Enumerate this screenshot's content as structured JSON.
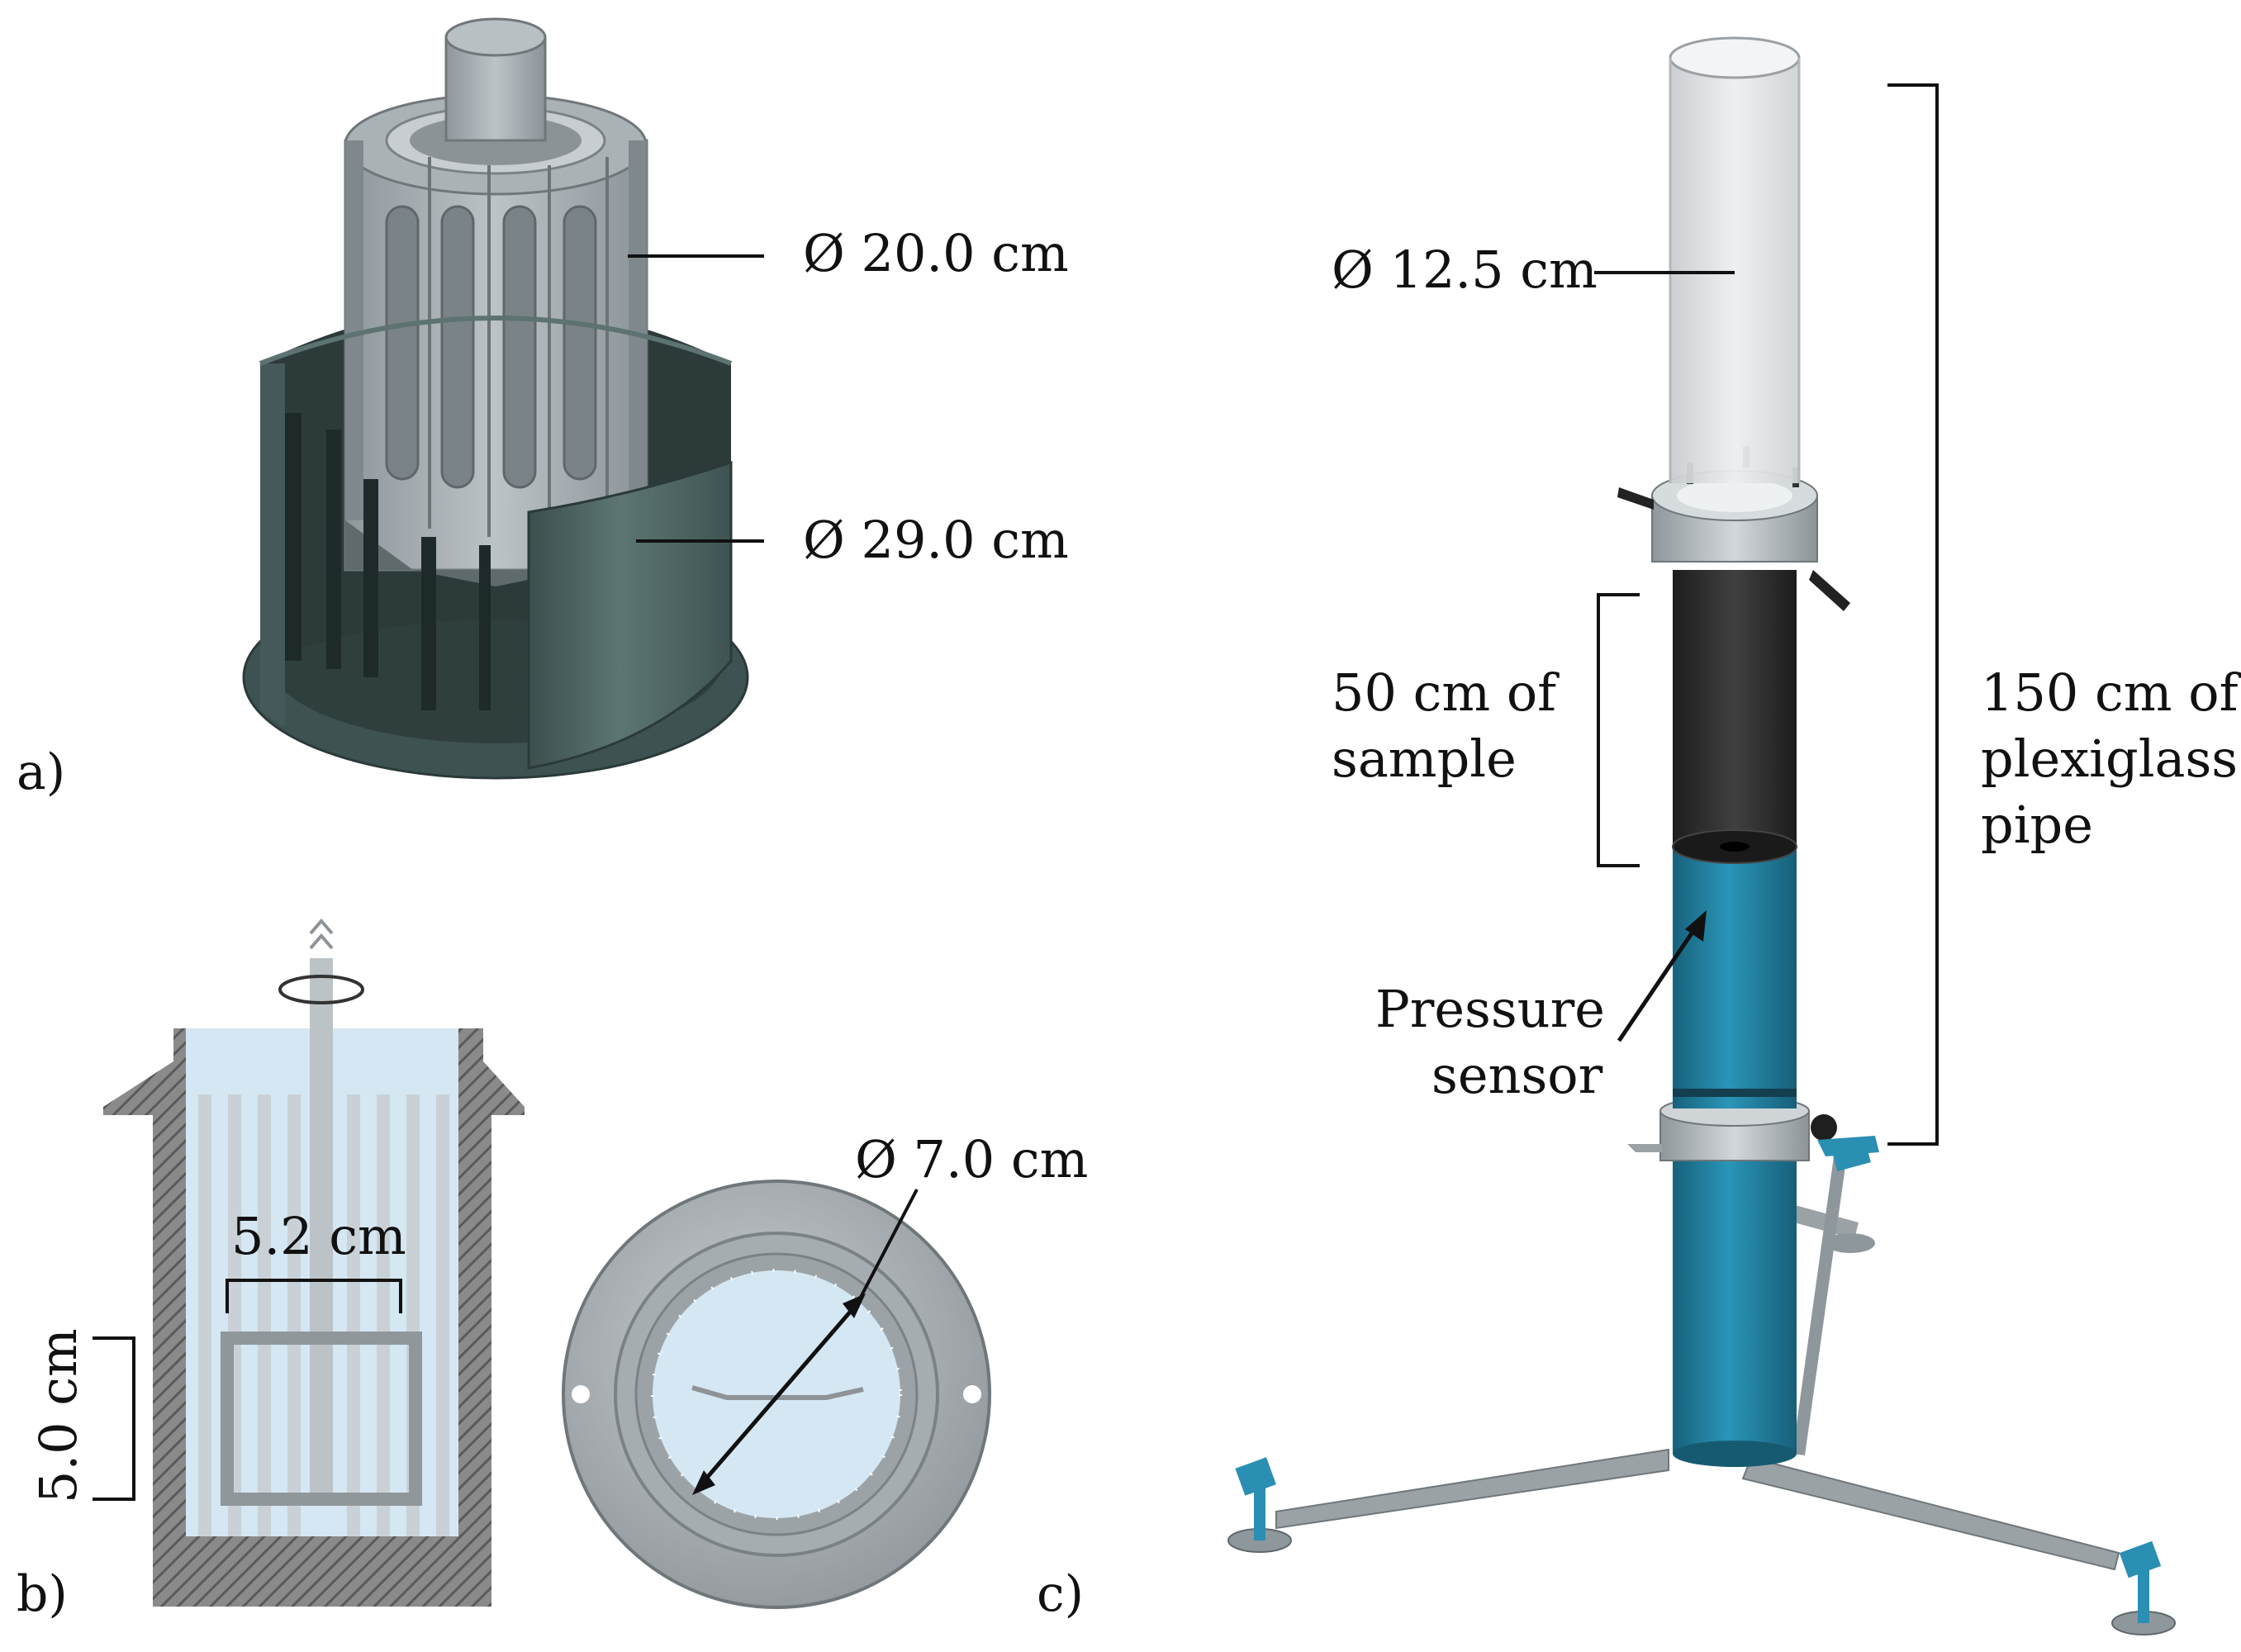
{
  "panels": {
    "a": {
      "letter": "a)",
      "dim_inner": "Ø 20.0 cm",
      "dim_outer": "Ø 29.0 cm"
    },
    "b": {
      "letter": "b)",
      "width_label": "5.2 cm",
      "height_label": "5.0 cm"
    },
    "c": {
      "letter": "c)",
      "dim_label": "Ø 7.0 cm"
    },
    "column": {
      "dim_label": "Ø 12.5 cm",
      "sample_line1": "50 cm of",
      "sample_line2": "sample",
      "pipe_line1": "150 cm of",
      "pipe_line2": "plexiglass",
      "pipe_line3": "pipe",
      "sensor_line1": "Pressure",
      "sensor_line2": "sensor"
    }
  },
  "colors": {
    "impeller_grey": "#a6aeb3",
    "vessel_green": "#4f6664",
    "water_blue": "#d4e7f3",
    "pipe_blue": "#1e7d9c",
    "sample_black": "#2b2b2b",
    "plexiglass": "#e4e6e8"
  }
}
